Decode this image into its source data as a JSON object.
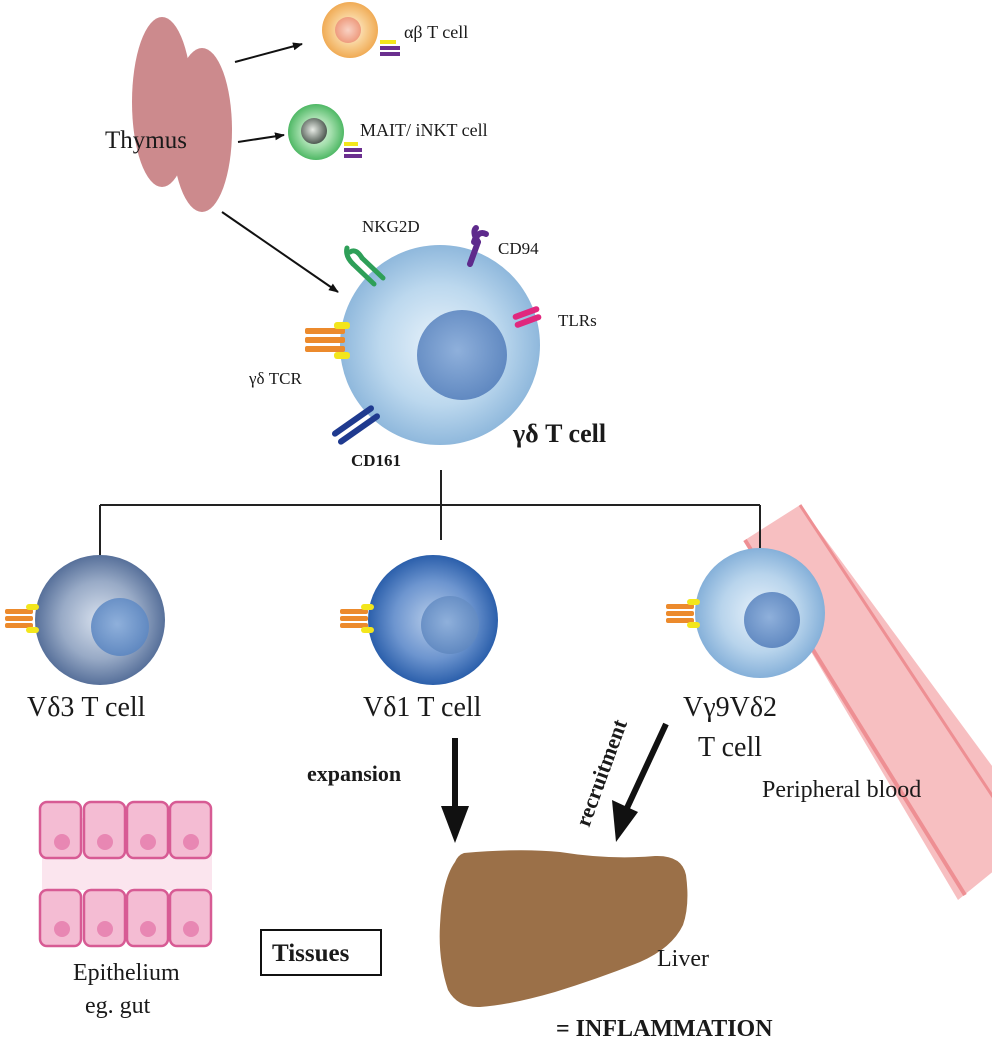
{
  "labels": {
    "thymus": "Thymus",
    "ab_t_cell": "αβ T cell",
    "mait_inkt": "MAIT/ iNKT cell",
    "nkg2d": "NKG2D",
    "cd94": "CD94",
    "tlrs": "TLRs",
    "gd_tcr": "γδ TCR",
    "cd161": "CD161",
    "gd_t_cell": "γδ T cell",
    "vd3": "Vδ3 T cell",
    "vd1": "Vδ1 T cell",
    "vg9vd2_line1": "Vγ9Vδ2",
    "vg9vd2_line2": "T cell",
    "expansion": "expansion",
    "recruitment": "recruitment",
    "peripheral_blood": "Peripheral blood",
    "epithelium_line1": "Epithelium",
    "epithelium_line2": "eg. gut",
    "tissues": "Tissues",
    "liver": "Liver",
    "inflammation": "= INFLAMMATION"
  },
  "colors": {
    "thymus": "#cc8a8d",
    "ab_cell": "#f2b466",
    "mait_cell": "#5fbf73",
    "gd_cell": "#a9cbe6",
    "vd3_cell": "#6f88ad",
    "vd1_cell": "#3f70b8",
    "vg9_cell": "#a3c6e6",
    "nucleus": "#6f95c9",
    "tcr_orange": "#ec8a2c",
    "tcr_yellow": "#f3e61c",
    "nkg2d_green": "#2e9f58",
    "cd94_purple": "#5e2a8c",
    "tlr_magenta": "#e0287e",
    "cd161_navy": "#1f3a8f",
    "blood_vessel": "#f6b8ba",
    "epithelium": "#f4bcd3",
    "epithelium_border": "#d75b94",
    "liver": "#9b7048"
  }
}
